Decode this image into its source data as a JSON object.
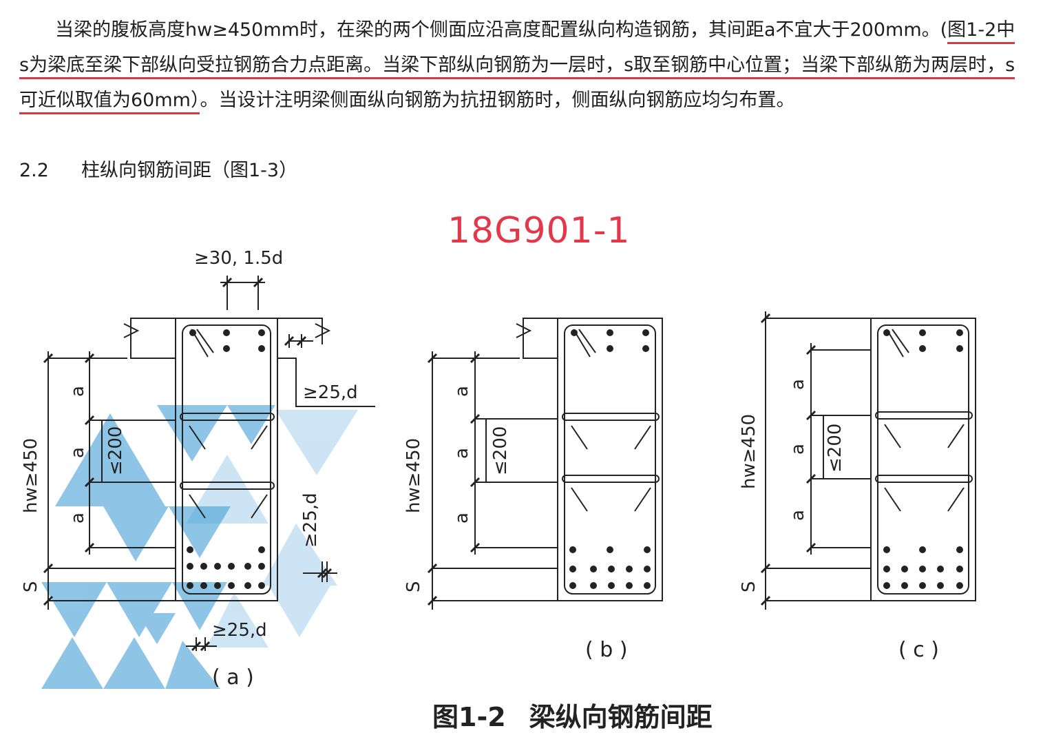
{
  "text": {
    "para1_a": "当梁的腹板高度hw≥450mm时，在梁的两个侧面应沿高度配置纵向构造钢筋，其间距a不宜大于200mm。(",
    "para1_highlight": "图1-2中s为梁底至梁下部纵向受拉钢筋合力点距离。当梁下部纵向钢筋为一层时，s取至钢筋中心位置；当梁下部纵筋为两层时，s可近似取值为60mm）",
    "para1_b": "。当设计注明梁侧面纵向钢筋为抗扭钢筋时，侧面纵向钢筋应均匀布置。",
    "section_number": "2.2",
    "section_title": "柱纵向钢筋间距（图1-3）"
  },
  "stamp": "18G901-1",
  "figure": {
    "number": "图1-2",
    "title": "梁纵向钢筋间距",
    "captions": {
      "a": "( a )",
      "b": "( b )",
      "c": "( c )"
    },
    "labels": {
      "top_clear": "≥30, 1.5d",
      "side_clear": "≥25,d",
      "bottom_clear": "≥25,d",
      "row_clear": "≥25,d",
      "spacing_a": "a",
      "max_spacing": "≤200",
      "web_height": "hw≥450",
      "s": "S"
    }
  },
  "colors": {
    "underline": "#d23a44",
    "stamp": "#e2384a",
    "watermark": "#4aa2d8"
  }
}
